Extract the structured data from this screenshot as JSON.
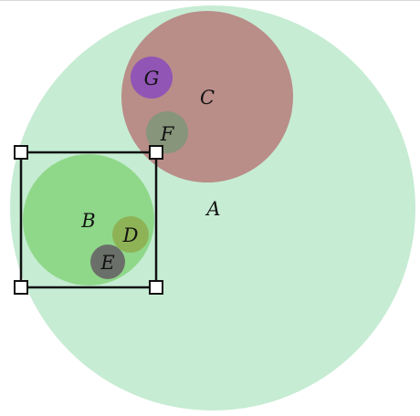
{
  "diagram": {
    "circles": [
      {
        "id": "A",
        "label": "A",
        "color": "#c6ecd3",
        "opacity": 1.0
      },
      {
        "id": "C",
        "label": "C",
        "color": "#b98d88",
        "opacity": 1.0
      },
      {
        "id": "B",
        "label": "B",
        "color": "#8fd88a",
        "opacity": 1.0
      },
      {
        "id": "G",
        "label": "G",
        "color": "#9055b5",
        "opacity": 1.0
      },
      {
        "id": "F",
        "label": "F",
        "color": "#87957a",
        "opacity": 1.0
      },
      {
        "id": "D",
        "label": "D",
        "color": "#8eb356",
        "opacity": 1.0
      },
      {
        "id": "E",
        "label": "E",
        "color": "#6b6f69",
        "opacity": 1.0
      }
    ],
    "selection": {
      "target": "B",
      "stroke_color": "#111111",
      "handle_fill": "#ffffff",
      "handle_stroke": "#111111"
    }
  }
}
